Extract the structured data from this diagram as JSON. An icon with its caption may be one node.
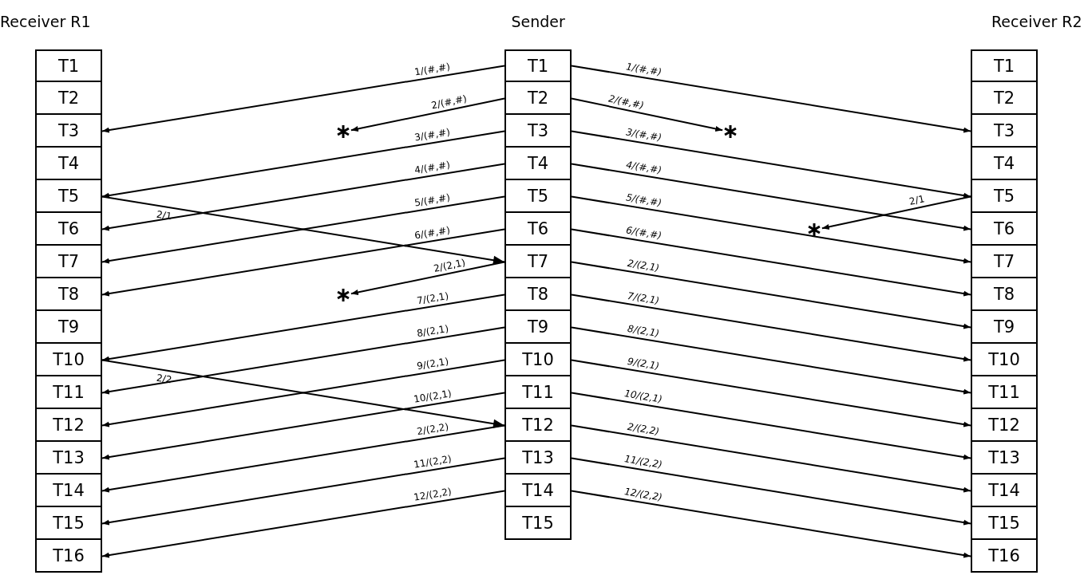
{
  "diagram": {
    "nodes": [
      {
        "text": [
          "Receiver R1"
        ]
      },
      {
        "text": [
          "T1"
        ],
        "in": 0
      },
      {
        "text": [
          "T2"
        ],
        "in": 0
      },
      {
        "text": [
          "T3"
        ],
        "in": 0
      },
      {
        "text": [
          "T4"
        ],
        "in": 0
      },
      {
        "text": [
          "T5"
        ],
        "in": 0
      },
      {
        "text": [
          "T6"
        ],
        "in": 0
      },
      {
        "text": [
          "T7"
        ],
        "in": 0
      },
      {
        "text": [
          "T8"
        ],
        "in": 0
      },
      {
        "text": [
          "T9"
        ],
        "in": 0
      },
      {
        "text": [
          "T10"
        ],
        "in": 0
      },
      {
        "text": [
          "T11"
        ],
        "in": 0
      },
      {
        "text": [
          "T12"
        ],
        "in": 0
      },
      {
        "text": [
          "T13"
        ],
        "in": 0
      },
      {
        "text": [
          "T14"
        ],
        "in": 0
      },
      {
        "text": [
          "T15"
        ],
        "in": 0
      },
      {
        "text": [
          "T16"
        ],
        "in": 0
      },
      {
        "text": [
          "Sender"
        ]
      },
      {
        "text": [
          "T1"
        ],
        "in": 17
      },
      {
        "text": [
          "T2"
        ],
        "in": 17
      },
      {
        "text": [
          "T3"
        ],
        "in": 17
      },
      {
        "text": [
          "T4"
        ],
        "in": 17
      },
      {
        "text": [
          "T5"
        ],
        "in": 17
      },
      {
        "text": [
          "T6"
        ],
        "in": 17
      },
      {
        "text": [
          "T7"
        ],
        "in": 17
      },
      {
        "text": [
          "T8"
        ],
        "in": 17
      },
      {
        "text": [
          "T9"
        ],
        "in": 17
      },
      {
        "text": [
          "T10"
        ],
        "in": 17
      },
      {
        "text": [
          "T11"
        ],
        "in": 17
      },
      {
        "text": [
          "T12"
        ],
        "in": 17
      },
      {
        "text": [
          "T13"
        ],
        "in": 17
      },
      {
        "text": [
          "T14"
        ],
        "in": 17
      },
      {
        "text": [
          "T15"
        ],
        "in": 17
      },
      {
        "text": [
          "Receiver R2"
        ]
      },
      {
        "text": [
          "T1"
        ],
        "in": 33
      },
      {
        "text": [
          "T2"
        ],
        "in": 33
      },
      {
        "text": [
          "T3"
        ],
        "in": 33
      },
      {
        "text": [
          "T4"
        ],
        "in": 33
      },
      {
        "text": [
          "T5"
        ],
        "in": 33
      },
      {
        "text": [
          "T6"
        ],
        "in": 33
      },
      {
        "text": [
          "T7"
        ],
        "in": 33
      },
      {
        "text": [
          "T8"
        ],
        "in": 33
      },
      {
        "text": [
          "T9"
        ],
        "in": 33
      },
      {
        "text": [
          "T10"
        ],
        "in": 33
      },
      {
        "text": [
          "T11"
        ],
        "in": 33
      },
      {
        "text": [
          "T12"
        ],
        "in": 33
      },
      {
        "text": [
          "T13"
        ],
        "in": 33
      },
      {
        "text": [
          "T14"
        ],
        "in": 33
      },
      {
        "text": [
          "T15"
        ],
        "in": 33
      },
      {
        "text": [
          "T16"
        ],
        "in": 33
      },
      {
        "text": [],
        "shape": "star"
      },
      {
        "text": [],
        "shape": "star"
      },
      {
        "text": [],
        "shape": "star"
      },
      {
        "text": [],
        "shape": "star"
      }
    ],
    "edges": [
      {
        "from": 18,
        "to": 3,
        "arrow": "to",
        "label": "1/(#,#)"
      },
      {
        "from": 19,
        "to": 50,
        "arrow": "to",
        "label": "2/(#,#)"
      },
      {
        "from": 20,
        "to": 5,
        "arrow": "to",
        "label": "3/(#,#)"
      },
      {
        "from": 21,
        "to": 6,
        "arrow": "to",
        "label": "4/(#,#)"
      },
      {
        "from": 22,
        "to": 7,
        "arrow": "to",
        "label": "5/(#,#)"
      },
      {
        "from": 23,
        "to": 8,
        "arrow": "to",
        "label": "6/(#,#)"
      },
      {
        "from": 5,
        "to": 24,
        "arrow": "to",
        "label": "2/1"
      },
      {
        "from": 24,
        "to": 51,
        "arrow": "to",
        "label": "2/(2,1)"
      },
      {
        "from": 25,
        "to": 10,
        "arrow": "to",
        "label": "7/(2,1)"
      },
      {
        "from": 26,
        "to": 11,
        "arrow": "to",
        "label": "8/(2,1)"
      },
      {
        "from": 27,
        "to": 12,
        "arrow": "to",
        "label": "9/(2,1)"
      },
      {
        "from": 28,
        "to": 13,
        "arrow": "to",
        "label": "10/(2,1)"
      },
      {
        "from": 10,
        "to": 29,
        "arrow": "to",
        "label": "2/2"
      },
      {
        "from": 29,
        "to": 14,
        "arrow": "to",
        "label": "2/(2,2)"
      },
      {
        "from": 30,
        "to": 15,
        "arrow": "to",
        "label": "11/(2,2)"
      },
      {
        "from": 31,
        "to": 16,
        "arrow": "to",
        "label": "12/(2,2)"
      },
      {
        "from": 18,
        "to": 36,
        "arrow": "to",
        "label": "1/(#,#)"
      },
      {
        "from": 19,
        "to": 52,
        "arrow": "to",
        "label": "2/(#,#)"
      },
      {
        "from": 20,
        "to": 38,
        "arrow": "to",
        "label": "3/(#,#)"
      },
      {
        "from": 21,
        "to": 39,
        "arrow": "to",
        "label": "4/(#,#)"
      },
      {
        "from": 22,
        "to": 40,
        "arrow": "to",
        "label": "5/(#,#)"
      },
      {
        "from": 23,
        "to": 41,
        "arrow": "to",
        "label": "6/(#,#)"
      },
      {
        "from": 38,
        "to": 53,
        "arrow": "to",
        "label": "2/1"
      },
      {
        "from": 24,
        "to": 42,
        "arrow": "to",
        "label": "2/(2,1)"
      },
      {
        "from": 25,
        "to": 43,
        "arrow": "to",
        "label": "7/(2,1)"
      },
      {
        "from": 26,
        "to": 44,
        "arrow": "to",
        "label": "8/(2,1)"
      },
      {
        "from": 27,
        "to": 45,
        "arrow": "to",
        "label": "9/(2,1)"
      },
      {
        "from": 28,
        "to": 46,
        "arrow": "to",
        "label": "10/(2,1)"
      },
      {
        "from": 29,
        "to": 47,
        "arrow": "to",
        "label": "2/(2,2)"
      },
      {
        "from": 30,
        "to": 48,
        "arrow": "to",
        "label": "11/(2,2)"
      },
      {
        "from": 31,
        "to": 49,
        "arrow": "to",
        "label": "12/(2,2)"
      }
    ]
  }
}
